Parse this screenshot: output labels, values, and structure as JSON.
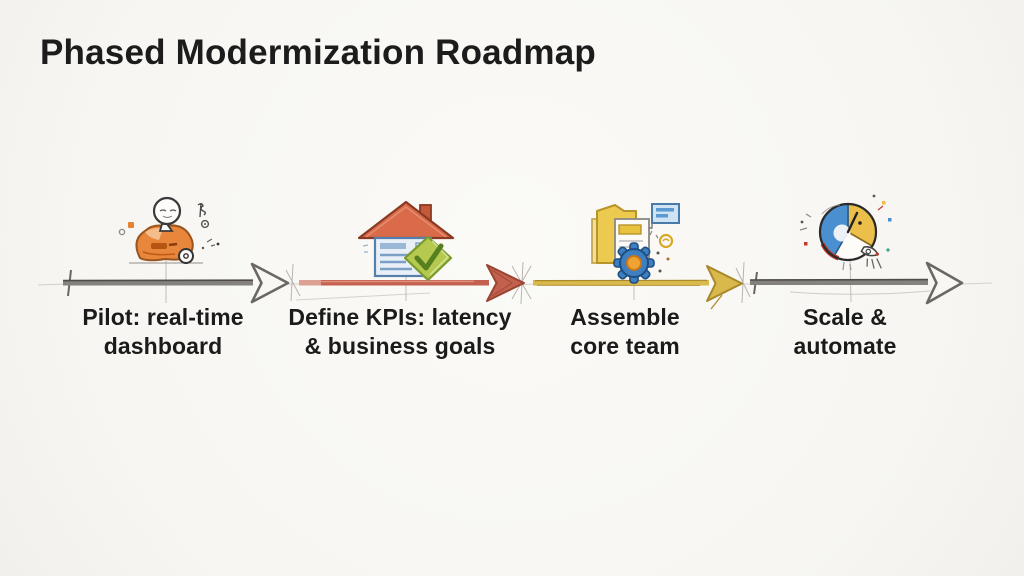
{
  "title": "Phased Modermization Roadmap",
  "colors": {
    "background": "#f8f7f3",
    "title": "#1c1c1c",
    "label": "#1b1b1b",
    "arrow_gray": "#85827e",
    "arrow_gray_dark": "#55524e",
    "arrow_red": "#c4604e",
    "arrow_red_dark": "#9a4434",
    "arrow_yellow": "#d9b94c",
    "arrow_yellow_dark": "#a8882a",
    "sketch_line": "#b9b5af",
    "icon_orange": "#e8863b",
    "house_roof": "#d96b4a",
    "house_body": "#e9eff6",
    "house_border": "#5580ab",
    "check_green": "#b5c94e",
    "check_stroke": "#567f1f",
    "folder_yellow": "#ecc94f",
    "gear_blue": "#3d7fc1",
    "gear_center": "#f0a232",
    "pie_yellow": "#ecbe4a",
    "pie_blue": "#4a90d0",
    "pie_red": "#c0392b"
  },
  "phases": [
    {
      "label": "Pilot: real-time\ndashboard",
      "icon": "pilot-doodle-icon",
      "arrow_color_name": "gray"
    },
    {
      "label": "Define KPIs: latency\n& business goals",
      "icon": "house-checklist-icon",
      "arrow_color_name": "red"
    },
    {
      "label": "Assemble\ncore team",
      "icon": "folder-gear-icon",
      "arrow_color_name": "yellow"
    },
    {
      "label": "Scale &\nautomate",
      "icon": "pie-chart-rocket-icon",
      "arrow_color_name": "gray"
    }
  ]
}
